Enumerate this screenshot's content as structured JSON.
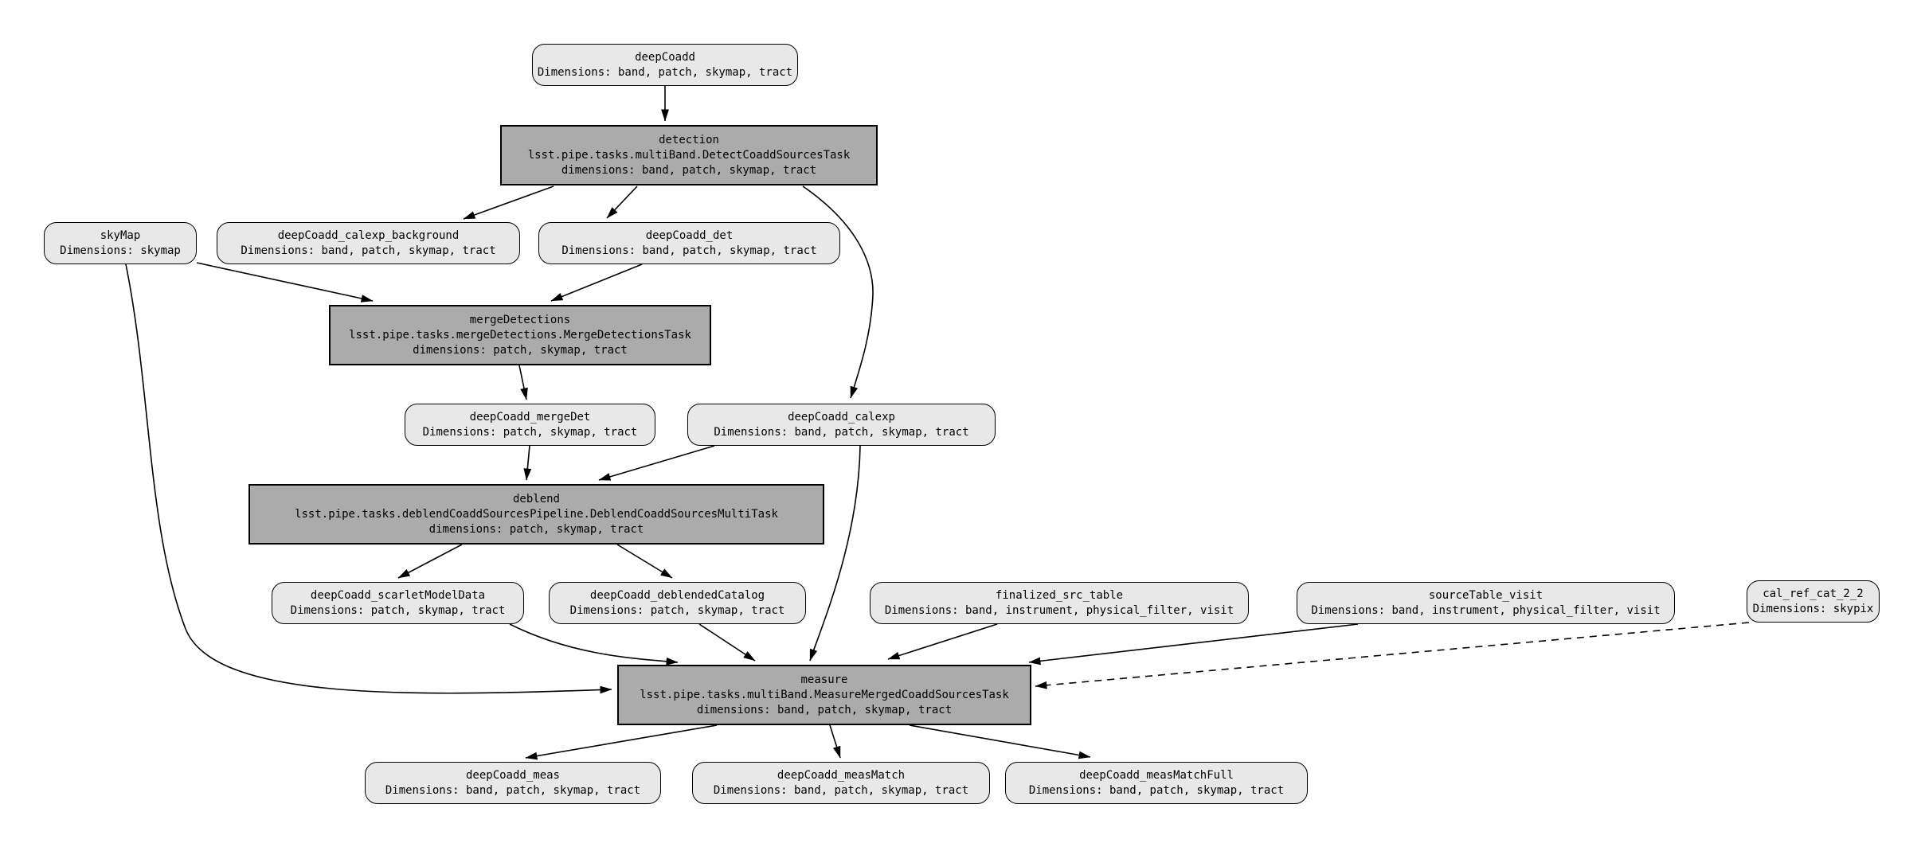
{
  "diagram": {
    "kind": "pipeline-dag",
    "background": "#ffffff",
    "colors": {
      "dataset_fill": "#e8e8e8",
      "task_fill": "#ababab",
      "border": "#000000",
      "edge": "#000000",
      "text": "#000000"
    },
    "nodes": [
      {
        "id": "deepCoadd",
        "kind": "dataset",
        "lines": [
          "deepCoadd",
          "Dimensions: band, patch, skymap, tract"
        ]
      },
      {
        "id": "detection",
        "kind": "task",
        "lines": [
          "detection",
          "lsst.pipe.tasks.multiBand.DetectCoaddSourcesTask",
          "dimensions: band, patch, skymap, tract"
        ]
      },
      {
        "id": "skyMap",
        "kind": "dataset",
        "lines": [
          "skyMap",
          "Dimensions: skymap"
        ]
      },
      {
        "id": "deepCoadd_calexp_background",
        "kind": "dataset",
        "lines": [
          "deepCoadd_calexp_background",
          "Dimensions: band, patch, skymap, tract"
        ]
      },
      {
        "id": "deepCoadd_det",
        "kind": "dataset",
        "lines": [
          "deepCoadd_det",
          "Dimensions: band, patch, skymap, tract"
        ]
      },
      {
        "id": "mergeDetections",
        "kind": "task",
        "lines": [
          "mergeDetections",
          "lsst.pipe.tasks.mergeDetections.MergeDetectionsTask",
          "dimensions: patch, skymap, tract"
        ]
      },
      {
        "id": "deepCoadd_mergeDet",
        "kind": "dataset",
        "lines": [
          "deepCoadd_mergeDet",
          "Dimensions: patch, skymap, tract"
        ]
      },
      {
        "id": "deepCoadd_calexp",
        "kind": "dataset",
        "lines": [
          "deepCoadd_calexp",
          "Dimensions: band, patch, skymap, tract"
        ]
      },
      {
        "id": "deblend",
        "kind": "task",
        "lines": [
          "deblend",
          "lsst.pipe.tasks.deblendCoaddSourcesPipeline.DeblendCoaddSourcesMultiTask",
          "dimensions: patch, skymap, tract"
        ]
      },
      {
        "id": "deepCoadd_scarletModelData",
        "kind": "dataset",
        "lines": [
          "deepCoadd_scarletModelData",
          "Dimensions: patch, skymap, tract"
        ]
      },
      {
        "id": "deepCoadd_deblendedCatalog",
        "kind": "dataset",
        "lines": [
          "deepCoadd_deblendedCatalog",
          "Dimensions: patch, skymap, tract"
        ]
      },
      {
        "id": "finalized_src_table",
        "kind": "dataset",
        "lines": [
          "finalized_src_table",
          "Dimensions: band, instrument, physical_filter, visit"
        ]
      },
      {
        "id": "sourceTable_visit",
        "kind": "dataset",
        "lines": [
          "sourceTable_visit",
          "Dimensions: band, instrument, physical_filter, visit"
        ]
      },
      {
        "id": "cal_ref_cat_2_2",
        "kind": "dataset",
        "lines": [
          "cal_ref_cat_2_2",
          "Dimensions: skypix"
        ]
      },
      {
        "id": "measure",
        "kind": "task",
        "lines": [
          "measure",
          "lsst.pipe.tasks.multiBand.MeasureMergedCoaddSourcesTask",
          "dimensions: band, patch, skymap, tract"
        ]
      },
      {
        "id": "deepCoadd_meas",
        "kind": "dataset",
        "lines": [
          "deepCoadd_meas",
          "Dimensions: band, patch, skymap, tract"
        ]
      },
      {
        "id": "deepCoadd_measMatch",
        "kind": "dataset",
        "lines": [
          "deepCoadd_measMatch",
          "Dimensions: band, patch, skymap, tract"
        ]
      },
      {
        "id": "deepCoadd_measMatchFull",
        "kind": "dataset",
        "lines": [
          "deepCoadd_measMatchFull",
          "Dimensions: band, patch, skymap, tract"
        ]
      }
    ],
    "edges": [
      {
        "from": "deepCoadd",
        "to": "detection",
        "style": "solid"
      },
      {
        "from": "detection",
        "to": "deepCoadd_calexp_background",
        "style": "solid"
      },
      {
        "from": "detection",
        "to": "deepCoadd_det",
        "style": "solid"
      },
      {
        "from": "detection",
        "to": "deepCoadd_calexp",
        "style": "solid"
      },
      {
        "from": "skyMap",
        "to": "mergeDetections",
        "style": "solid"
      },
      {
        "from": "skyMap",
        "to": "measure",
        "style": "solid"
      },
      {
        "from": "deepCoadd_det",
        "to": "mergeDetections",
        "style": "solid"
      },
      {
        "from": "mergeDetections",
        "to": "deepCoadd_mergeDet",
        "style": "solid"
      },
      {
        "from": "deepCoadd_mergeDet",
        "to": "deblend",
        "style": "solid"
      },
      {
        "from": "deepCoadd_calexp",
        "to": "deblend",
        "style": "solid"
      },
      {
        "from": "deepCoadd_calexp",
        "to": "measure",
        "style": "solid"
      },
      {
        "from": "deblend",
        "to": "deepCoadd_scarletModelData",
        "style": "solid"
      },
      {
        "from": "deblend",
        "to": "deepCoadd_deblendedCatalog",
        "style": "solid"
      },
      {
        "from": "deepCoadd_scarletModelData",
        "to": "measure",
        "style": "solid"
      },
      {
        "from": "deepCoadd_deblendedCatalog",
        "to": "measure",
        "style": "solid"
      },
      {
        "from": "finalized_src_table",
        "to": "measure",
        "style": "solid"
      },
      {
        "from": "sourceTable_visit",
        "to": "measure",
        "style": "solid"
      },
      {
        "from": "cal_ref_cat_2_2",
        "to": "measure",
        "style": "dashed"
      },
      {
        "from": "measure",
        "to": "deepCoadd_meas",
        "style": "solid"
      },
      {
        "from": "measure",
        "to": "deepCoadd_measMatch",
        "style": "solid"
      },
      {
        "from": "measure",
        "to": "deepCoadd_measMatchFull",
        "style": "solid"
      }
    ]
  }
}
